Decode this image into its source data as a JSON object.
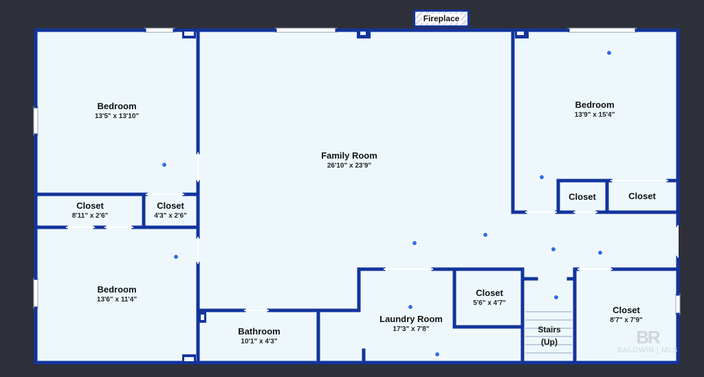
{
  "fireplace": "Fireplace",
  "rooms": [
    {
      "name": "Bedroom",
      "dims": "13'5\" x 13'10\""
    },
    {
      "name": "Family Room",
      "dims": "26'10\" x 23'9\""
    },
    {
      "name": "Bedroom",
      "dims": "13'9\" x 15'4\""
    },
    {
      "name": "Closet",
      "dims": "8'11\" x 2'6\""
    },
    {
      "name": "Closet",
      "dims": "4'3\" x 2'6\""
    },
    {
      "name": "Closet",
      "dims": ""
    },
    {
      "name": "Closet",
      "dims": ""
    },
    {
      "name": "Bedroom",
      "dims": "13'6\" x 11'4\""
    },
    {
      "name": "Bathroom",
      "dims": "10'1\" x 4'3\""
    },
    {
      "name": "Laundry Room",
      "dims": "17'3\" x 7'8\""
    },
    {
      "name": "Closet",
      "dims": "5'6\" x 4'7\""
    },
    {
      "name": "Closet",
      "dims": "8'7\" x 7'9\""
    }
  ],
  "stairs": {
    "line1": "Stairs",
    "line2": "(Up)"
  },
  "watermark": {
    "mark": "BR",
    "text": "BALDWIN | MLS"
  },
  "colors": {
    "background": "#2e3039",
    "wall": "#13349c",
    "floor": "#eef8fc",
    "dot": "#2f6fe8"
  }
}
